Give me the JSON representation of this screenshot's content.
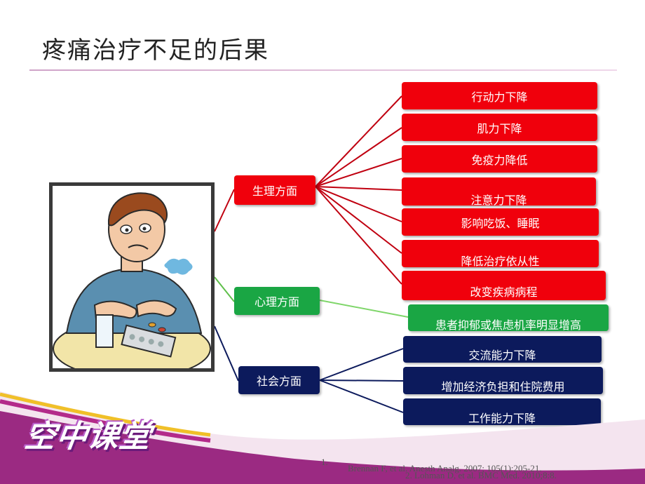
{
  "title": "疼痛治疗不足的后果",
  "categories": {
    "physiological": "生理方面",
    "psychological": "心理方面",
    "social": "社会方面"
  },
  "physiological_items": [
    "行动力下降",
    "肌力下降",
    "免疫力降低",
    "注意力下降",
    "影响吃饭、睡眠",
    "降低治疗依从性",
    "改变疾病病程"
  ],
  "psychological_items": [
    "患者抑郁或焦虑机率明显增高"
  ],
  "social_items": [
    "交流能力下降",
    "增加经济负担和住院费用",
    "工作能力下降"
  ],
  "logo": "空中课堂",
  "references": {
    "ref1_num": "1.",
    "ref1_text": "Brennan F, et al. Anesth Analg. 2007; 105(1):205-21.",
    "ref2_text": "2. Lohman D, et al. BMC Med. 2010;8:8."
  },
  "colors": {
    "physiological": "#f0000c",
    "psychological": "#1aa644",
    "social": "#0c1a5c"
  }
}
